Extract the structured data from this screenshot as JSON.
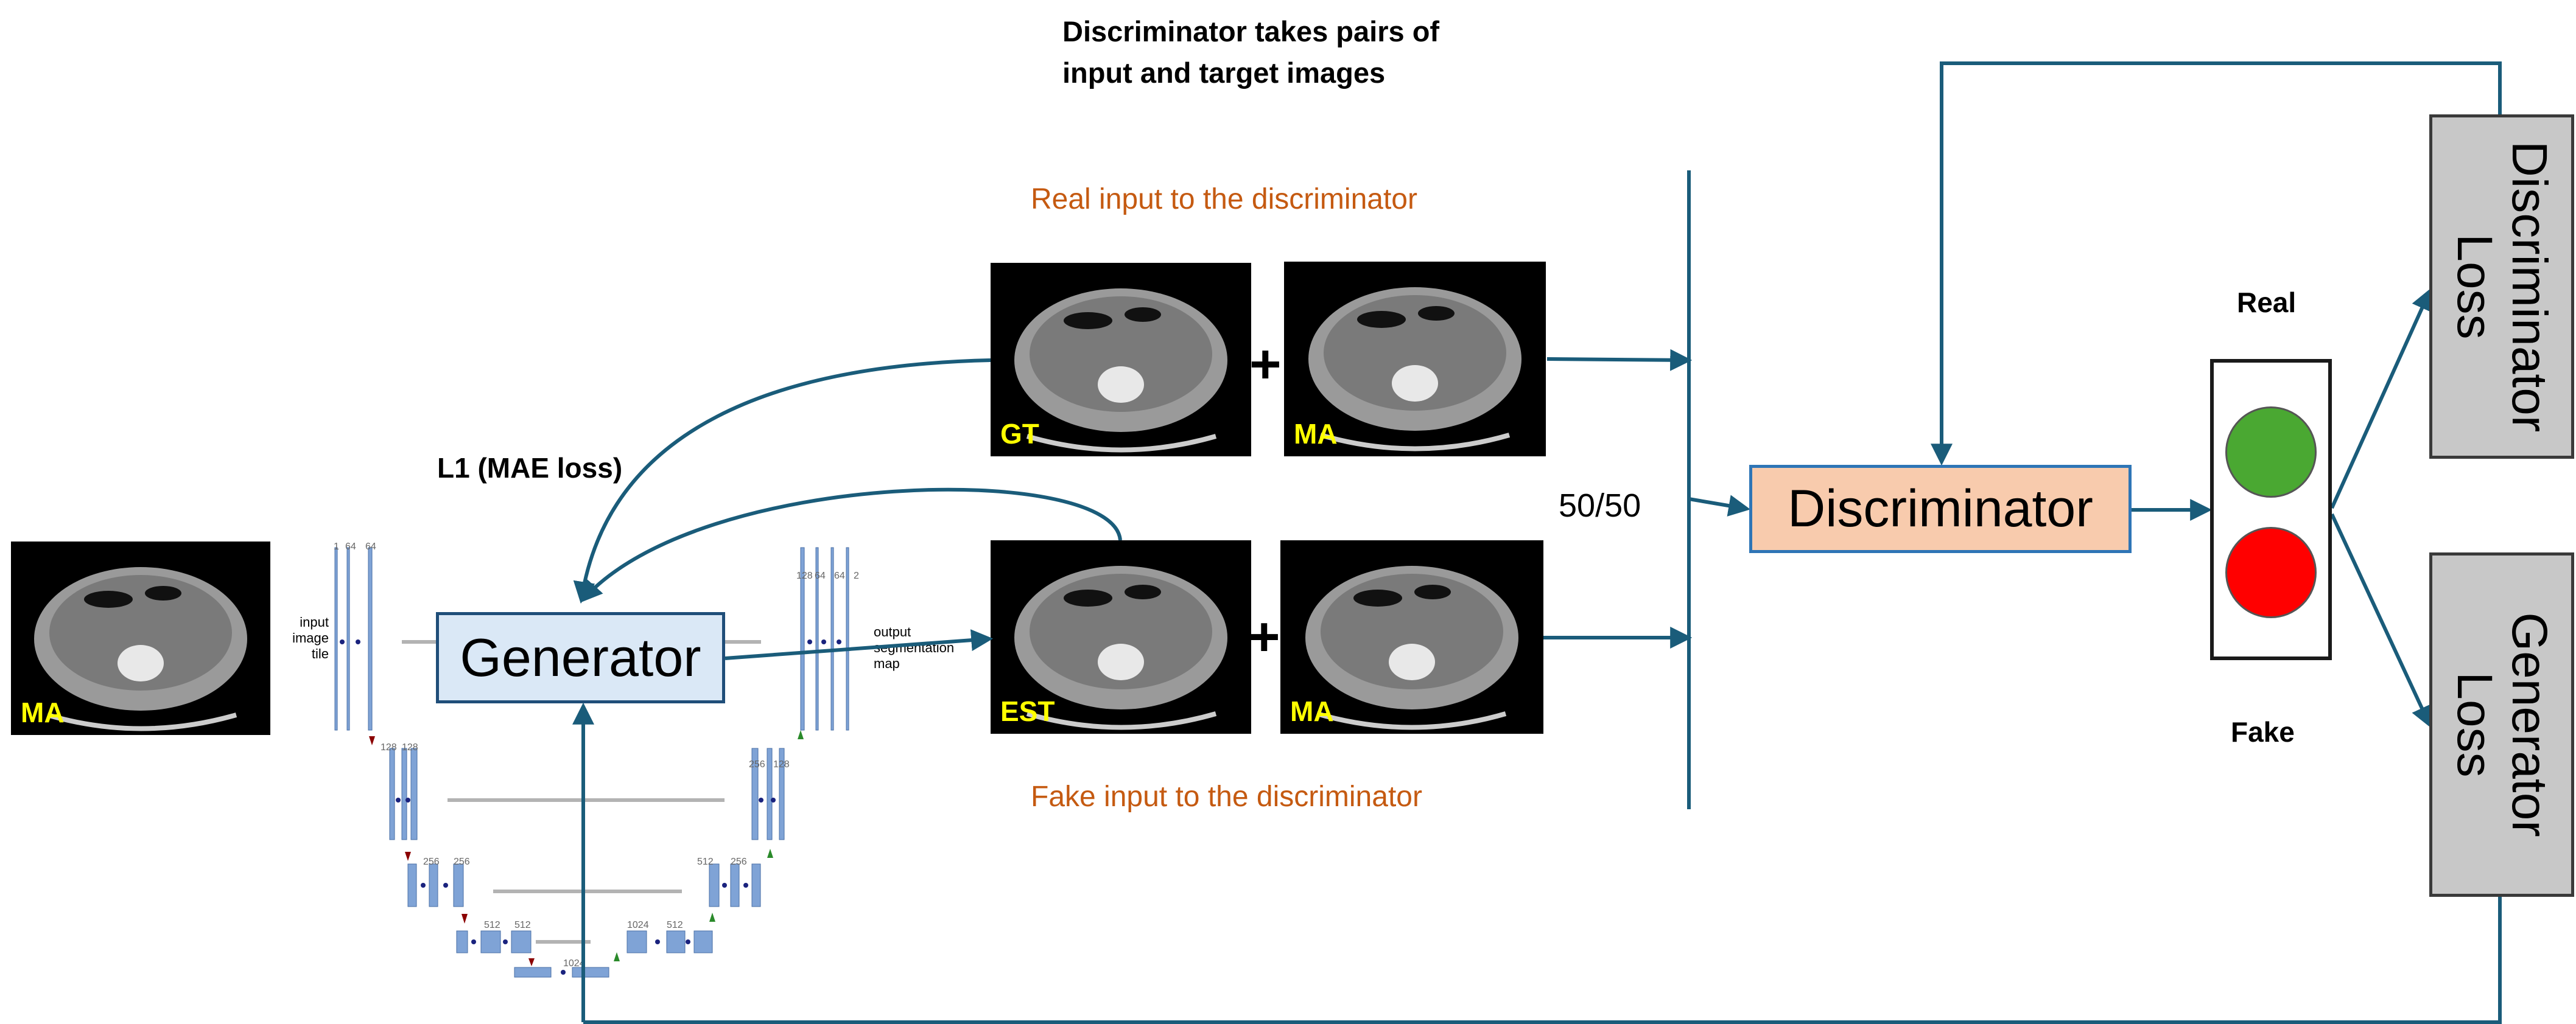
{
  "header_note": {
    "line1": "Discriminator takes pairs of",
    "line2": "input and target images"
  },
  "labels": {
    "real_input": "Real input to the discriminator",
    "fake_input": "Fake input to the discriminator",
    "l1_loss": "L1 (MAE loss)",
    "ratio": "50/50",
    "real": "Real",
    "fake": "Fake",
    "plus": "+"
  },
  "images": {
    "input_ma": "MA",
    "gt": "GT",
    "ma_top": "MA",
    "est": "EST",
    "ma_bottom": "MA"
  },
  "blocks": {
    "generator": "Generator",
    "discriminator": "Discriminator",
    "discriminator_loss": "Discriminator Loss",
    "generator_loss": "Generator Loss"
  },
  "unet": {
    "input_label": "input image tile",
    "output_label": "output segmentation map",
    "channels_top_left": [
      "1",
      "64",
      "64"
    ],
    "channels_l2": [
      "128",
      "128"
    ],
    "channels_l3": [
      "256",
      "256"
    ],
    "channels_l4": [
      "512",
      "512"
    ],
    "channels_bottom": [
      "1024"
    ],
    "channels_top_right": [
      "128",
      "64",
      "64",
      "2"
    ],
    "channels_r2": [
      "256",
      "128"
    ],
    "channels_r3": [
      "512",
      "256"
    ],
    "channels_r4": [
      "1024",
      "512"
    ]
  },
  "colors": {
    "arrow": "#1a5c7a",
    "generator_fill": "#dae8f6",
    "generator_border": "#1f4e79",
    "discriminator_fill": "#f8cbad",
    "discriminator_border": "#2e75b6",
    "loss_fill": "#c8c8c8",
    "real_lamp": "#4aa832",
    "fake_lamp": "#ff0000",
    "orange_text": "#c55a11",
    "image_tag": "#ffff00"
  }
}
